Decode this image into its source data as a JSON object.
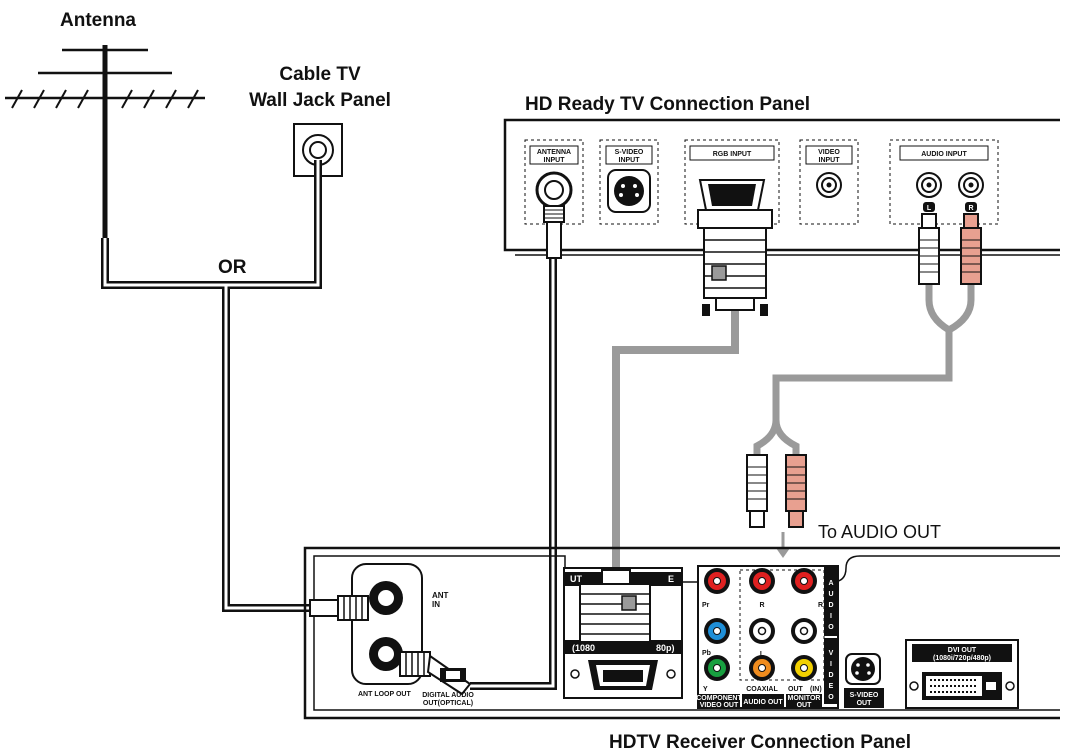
{
  "labels": {
    "antenna": "Antenna",
    "cable_line1": "Cable TV",
    "cable_line2": "Wall Jack Panel",
    "or": "OR",
    "tv_panel": "HD Ready TV Connection Panel",
    "to_audio_out": "To AUDIO OUT",
    "receiver_panel": "HDTV Receiver Connection Panel"
  },
  "tv_ports": {
    "antenna_input_1": "ANTENNA",
    "antenna_input_2": "INPUT",
    "svideo_input_1": "S-VIDEO",
    "svideo_input_2": "INPUT",
    "rgb_input": "RGB INPUT",
    "video_input_1": "VIDEO",
    "video_input_2": "INPUT",
    "audio_input": "AUDIO INPUT",
    "audio_l": "L",
    "audio_r": "R"
  },
  "receiver_ports": {
    "ant_in_1": "ANT",
    "ant_in_2": "IN",
    "ant_loop_out": "ANT LOOP OUT",
    "digital_audio_1": "DIGITAL AUDIO",
    "digital_audio_2": "OUT(OPTICAL)",
    "rgb_out_partial_left": "UT",
    "rgb_out_partial_right": "E",
    "rgb_out_res_left": "(1080",
    "rgb_out_res_right": "80p)",
    "pr": "Pr",
    "pb": "Pb",
    "y": "Y",
    "r_mid": "R",
    "r_right": "R",
    "l_mid": "L",
    "coaxial": "COAXIAL",
    "out": "OUT",
    "in": "(IN)",
    "component_1": "COMPONENT",
    "component_2": "VIDEO OUT",
    "audio_out": "AUDIO OUT",
    "monitor_1": "MONITOR",
    "monitor_2": "OUT",
    "side_audio": "AUDIO",
    "side_video": "VIDEO",
    "svideo_1": "S-VIDEO",
    "svideo_2": "OUT",
    "dvi_1": "DVI OUT",
    "dvi_2": "(1080i/720p/480p)"
  },
  "colors": {
    "red_jack": "#e02020",
    "blue_jack": "#1e8fd8",
    "green_jack": "#18a040",
    "yellow_jack": "#f2d000",
    "orange_jack": "#f08c1e",
    "red_plug": "#e8a090",
    "grey_cable": "#9a9a9a",
    "black_cable": "#111111"
  }
}
